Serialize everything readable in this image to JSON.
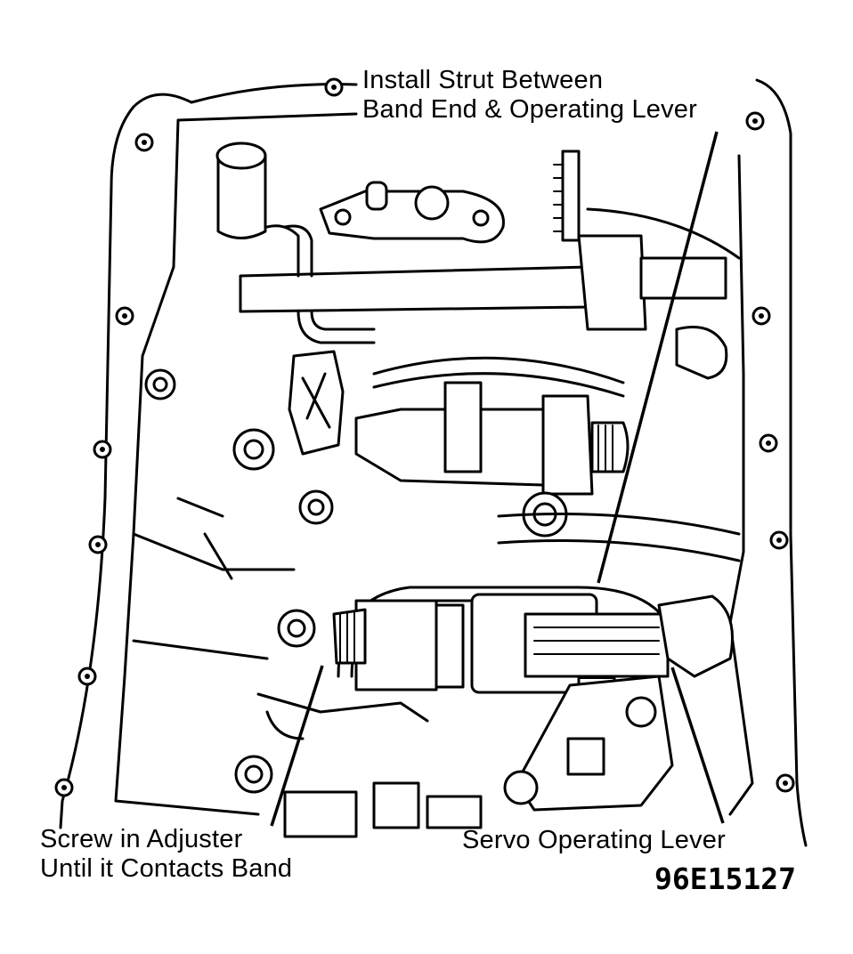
{
  "callouts": {
    "strut": {
      "line1": "Install Strut Between",
      "line2": "Band End & Operating Lever"
    },
    "adjuster": {
      "line1": "Screw in Adjuster",
      "line2": "Until it Contacts Band"
    },
    "servo_lever": {
      "line1": "Servo Operating Lever"
    }
  },
  "figure_id": "96E15127",
  "colors": {
    "ink": "#000000",
    "paper": "#ffffff"
  }
}
